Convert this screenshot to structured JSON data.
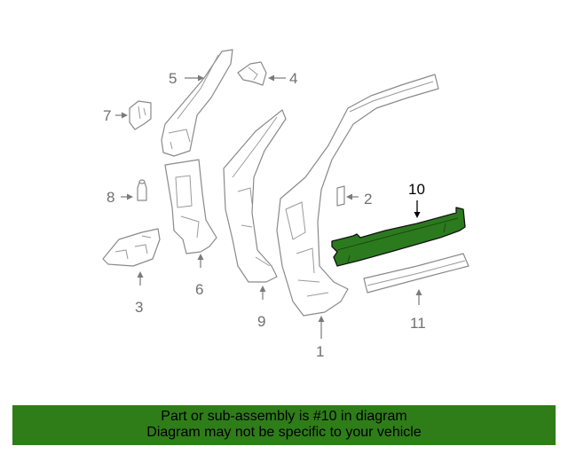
{
  "callouts": {
    "c1": "1",
    "c2": "2",
    "c3": "3",
    "c4": "4",
    "c5": "5",
    "c6": "6",
    "c7": "7",
    "c8": "8",
    "c9": "9",
    "c10": "10",
    "c11": "11"
  },
  "highlight_color": "#2e7d18",
  "highlighted_part": "10",
  "banner": {
    "line1": "Part or sub-assembly is #10 in diagram",
    "line2": "Diagram may not be specific to your vehicle"
  }
}
